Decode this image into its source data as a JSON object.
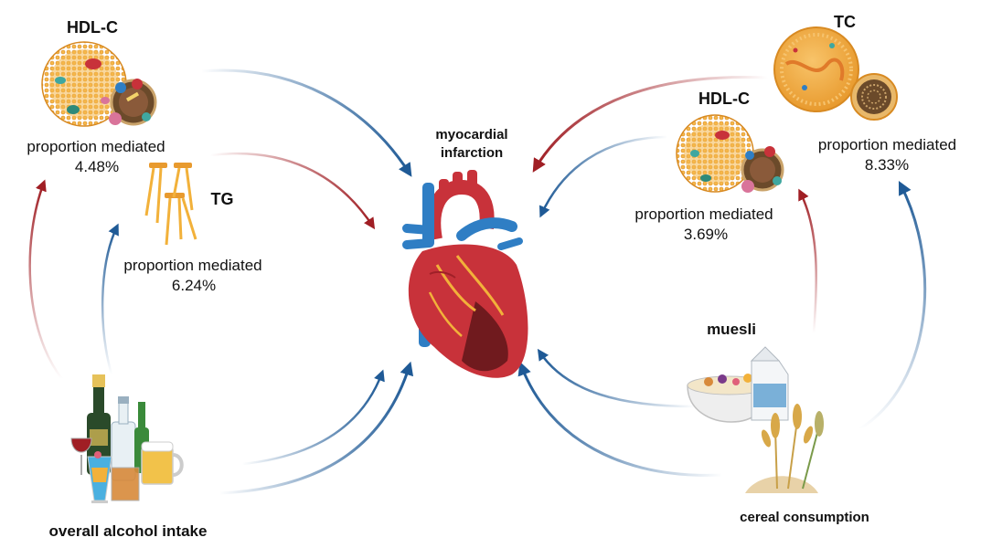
{
  "labels": {
    "hdl_left": "HDL-C",
    "hdl_left_pm": "proportion mediated",
    "hdl_left_pct": "4.48%",
    "tg": "TG",
    "tg_pm": "proportion mediated",
    "tg_pct": "6.24%",
    "outcome_line1": "myocardial",
    "outcome_line2": "infarction",
    "tc": "TC",
    "tc_pm": "proportion mediated",
    "tc_pct": "8.33%",
    "hdl_right": "HDL-C",
    "hdl_right_pm": "proportion mediated",
    "hdl_right_pct": "3.69%",
    "muesli": "muesli",
    "exposure_left": "overall alcohol intake",
    "exposure_right": "cereal consumption"
  },
  "colors": {
    "red_arrow": "#a01e24",
    "blue_arrow": "#1f5a96",
    "lipid_yellow": "#f2b13a",
    "lipid_orange": "#e07a2a",
    "heart_red": "#c8323a",
    "heart_blue": "#2f7ec4"
  },
  "icons": [
    "hdl-particle-icon",
    "triglyceride-icon",
    "tc-particle-icon",
    "heart-icon",
    "alcohol-drinks-icon",
    "muesli-bowl-icon",
    "milk-carton-icon",
    "cereal-grain-icon"
  ]
}
